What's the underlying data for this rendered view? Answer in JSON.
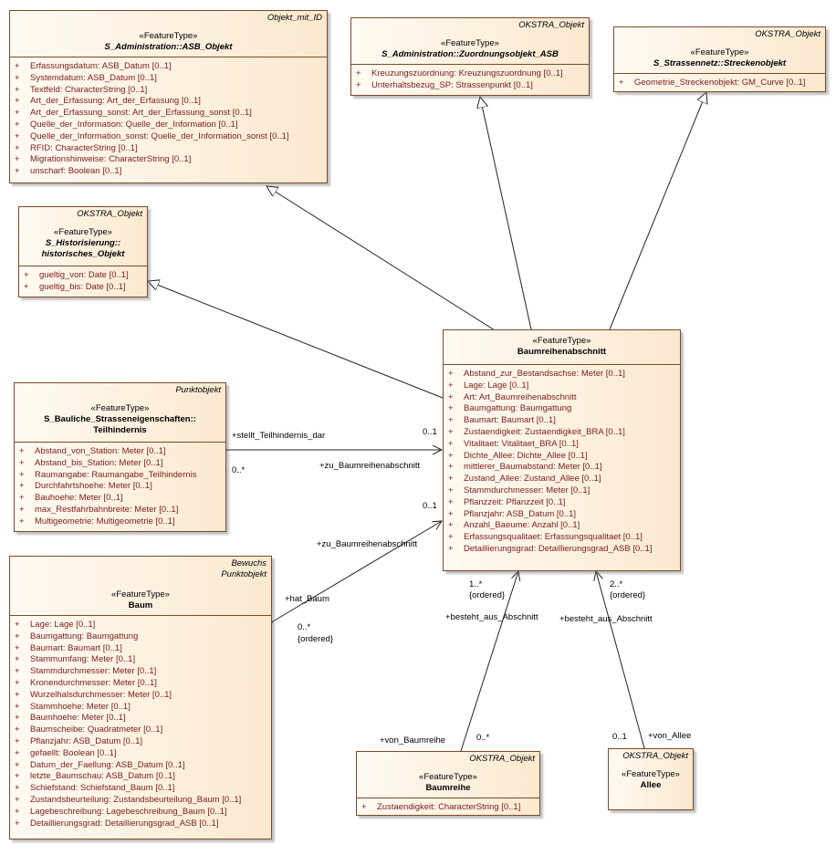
{
  "classes": {
    "asb_objekt": {
      "tag": [
        "Objekt_mit_ID"
      ],
      "stereotype": "«FeatureType»",
      "name": [
        "S_Administration::ASB_Objekt"
      ],
      "attributes": [
        "Erfassungsdatum: ASB_Datum [0..1]",
        "Systemdatum: ASB_Datum [0..1]",
        "Textfeld: CharacterString [0..1]",
        "Art_der_Erfassung: Art_der_Erfassung [0..1]",
        "Art_der_Erfassung_sonst: Art_der_Erfassung_sonst [0..1]",
        "Quelle_der_Information: Quelle_der_Information [0..1]",
        "Quelle_der_Information_sonst: Quelle_der_Information_sonst [0..1]",
        "RFID: CharacterString [0..1]",
        "Migrationshinweise: CharacterString [0..1]",
        "unscharf: Boolean [0..1]"
      ]
    },
    "zuordnungsobjekt": {
      "tag": [
        "OKSTRA_Objekt"
      ],
      "stereotype": "«FeatureType»",
      "name": [
        "S_Administration::Zuordnungsobjekt_ASB"
      ],
      "attributes": [
        "Kreuzungszuordnung: Kreuzungszuordnung [0..1]",
        "Unterhaltsbezug_SP: Strassenpunkt [0..1]"
      ]
    },
    "streckenobjekt": {
      "tag": [
        "OKSTRA_Objekt"
      ],
      "stereotype": "«FeatureType»",
      "name": [
        "S_Strassennetz::Streckenobjekt"
      ],
      "attributes": [
        "Geometrie_Streckenobjekt: GM_Curve [0..1]"
      ]
    },
    "historisches_objekt": {
      "tag": [
        "OKSTRA_Objekt"
      ],
      "stereotype": "«FeatureType»",
      "name": [
        "S_Historisierung::",
        "historisches_Objekt"
      ],
      "attributes": [
        "gueltig_von: Date [0..1]",
        "gueltig_bis: Date [0..1]"
      ]
    },
    "teilhindernis": {
      "tag": [
        "Punktobjekt"
      ],
      "stereotype": "«FeatureType»",
      "name": [
        "S_Bauliche_Strasseneigenschaften::",
        "Teilhindernis"
      ],
      "attributes": [
        "Abstand_von_Station: Meter [0..1]",
        "Abstand_bis_Station: Meter [0..1]",
        "Raumangabe: Raumangabe_Teilhindernis",
        "Durchfahrtshoehe: Meter [0..1]",
        "Bauhoehe: Meter [0..1]",
        "max_Restfahrbahnbreite: Meter [0..1]",
        "Multigeometrie: Multigeometrie [0..1]"
      ]
    },
    "baumreihenabschnitt": {
      "tag": [],
      "stereotype": "«FeatureType»",
      "name": [
        "Baumreihenabschnitt"
      ],
      "attributes": [
        "Abstand_zur_Bestandsachse: Meter [0..1]",
        "Lage: Lage [0..1]",
        "Art: Art_Baumreihenabschnitt",
        "Baumgattung: Baumgattung",
        "Baumart: Baumart [0..1]",
        "Zustaendigkeit: Zustaendigkeit_BRA [0..1]",
        "Vitalitaet: Vitalitaet_BRA [0..1]",
        "Dichte_Allee: Dichte_Allee [0..1]",
        "mittlerer_Baumabstand: Meter [0..1]",
        "Zustand_Allee: Zustand_Allee [0..1]",
        "Stammdurchmesser: Meter [0..1]",
        "Pflanzzeit: Pflanzzeit [0..1]",
        "Pflanzjahr: ASB_Datum [0..1]",
        "Anzahl_Baeume: Anzahl [0..1]",
        "Erfassungsqualitaet: Erfassungsqualitaet [0..1]",
        "Detaillierungsgrad: Detaillierungsgrad_ASB [0..1]"
      ]
    },
    "baum": {
      "tag": [
        "Bewuchs",
        "Punktobjekt"
      ],
      "stereotype": "«FeatureType»",
      "name": [
        "Baum"
      ],
      "attributes": [
        "Lage: Lage [0..1]",
        "Baumgattung: Baumgattung",
        "Baumart: Baumart [0..1]",
        "Stammumfang: Meter [0..1]",
        "Stammdurchmesser: Meter [0..1]",
        "Kronendurchmesser: Meter [0..1]",
        "Wurzelhalsdurchmesser: Meter [0..1]",
        "Stammhoehe: Meter [0..1]",
        "Baumhoehe: Meter [0..1]",
        "Baumscheibe: Quadratmeter [0..1]",
        "Pflanzjahr: ASB_Datum [0..1]",
        "gefaellt: Boolean [0..1]",
        "Datum_der_Faellung: ASB_Datum [0..1]",
        "letzte_Baumschau: ASB_Datum [0..1]",
        "Schiefstand: Schiefstand_Baum [0..1]",
        "Zustandsbeurteilung: Zustandsbeurteilung_Baum [0..1]",
        "Lagebeschreibung: Lagebeschreibung_Baum [0..1]",
        "Detaillierungsgrad: Detaillierungsgrad_ASB [0..1]"
      ]
    },
    "baumreihe": {
      "tag": [
        "OKSTRA_Objekt"
      ],
      "stereotype": "«FeatureType»",
      "name": [
        "Baumreihe"
      ],
      "attributes": [
        "Zustaendigkeit: CharacterString [0..1]"
      ]
    },
    "allee": {
      "tag": [
        "OKSTRA_Objekt"
      ],
      "stereotype": "«FeatureType»",
      "name": [
        "Allee"
      ],
      "attributes": []
    }
  },
  "associations": {
    "teilhindernis_role": "+stellt_Teilhindernis_dar",
    "teilhindernis_mult": "0..*",
    "bra_role_1": "+zu_Baumreihenabschnitt",
    "bra_mult_1": "0..1",
    "baum_bra_role": "+zu_Baumreihenabschnitt",
    "baum_bra_mult": "0..1",
    "hat_baum_role": "+hat_Baum",
    "hat_baum_mult": "0..*",
    "hat_baum_ordered": "{ordered}",
    "besteht_role_1": "+besteht_aus_Abschnitt",
    "besteht_mult_1": "1..*",
    "besteht_ordered_1": "{ordered}",
    "besteht_role_2": "+besteht_aus_Abschnitt",
    "besteht_mult_2": "2..*",
    "besteht_ordered_2": "{ordered}",
    "von_baumreihe_role": "+von_Baumreihe",
    "von_baumreihe_mult": "0..*",
    "von_allee_role": "+von_Allee",
    "von_allee_mult": "0..1"
  }
}
